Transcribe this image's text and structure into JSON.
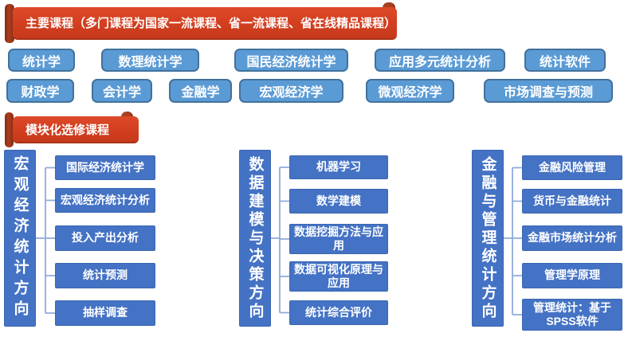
{
  "banners": {
    "main": "主要课程（多门课程为国家一流课程、省一流课程、省在线精品课程）",
    "elective": "模块化选修课程"
  },
  "main_courses": {
    "row1": [
      "统计学",
      "数理统计学",
      "国民经济统计学",
      "应用多元统计分析",
      "统计软件"
    ],
    "row2": [
      "财政学",
      "会计学",
      "金融学",
      "宏观经济学",
      "微观经济学",
      "市场调查与预测"
    ]
  },
  "modules": [
    {
      "title": "宏观经济统计方向",
      "items": [
        "国际经济统计学",
        "宏观经济统计分析",
        "投入产出分析",
        "统计预测",
        "抽样调查"
      ]
    },
    {
      "title": "数据建模与决策方向",
      "items": [
        "机器学习",
        "数学建模",
        "数据挖掘方法与应用",
        "数据可视化原理与应用",
        "统计综合评价"
      ]
    },
    {
      "title": "金融与管理统计方向",
      "items": [
        "金融风险管理",
        "货币与金融统计",
        "金融市场统计分析",
        "管理学原理",
        "管理统计：基于SPSS软件"
      ]
    }
  ],
  "colors": {
    "banner_red": "#d23e20",
    "banner_roll_red": "#a8401f",
    "banner_edge_red": "#8a2a12",
    "light_blue": "#5b9bd5",
    "light_blue_border": "#41719c",
    "dark_blue": "#4472c4",
    "dark_blue_border": "#3c66b0",
    "connector": "#8faadc",
    "text_white": "#ffffff"
  }
}
